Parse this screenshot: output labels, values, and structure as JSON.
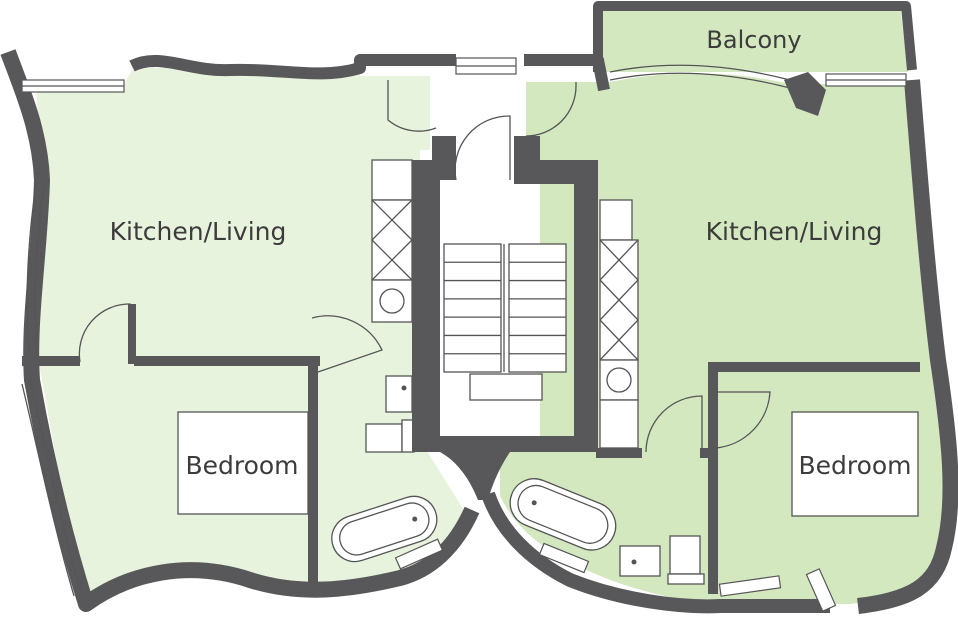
{
  "colors": {
    "wall": "#58585a",
    "left_apartment_fill": "#e8f3de",
    "right_apartment_fill": "#d4e8c0",
    "fixture_line": "#555555",
    "core_fill": "#ffffff"
  },
  "left_unit": {
    "living_label": "Kitchen/Living",
    "bedroom_label": "Bedroom"
  },
  "right_unit": {
    "balcony_label": "Balcony",
    "living_label": "Kitchen/Living",
    "bedroom_label": "Bedroom"
  },
  "core": {
    "stair_flights": 2,
    "steps_per_flight": 7
  }
}
